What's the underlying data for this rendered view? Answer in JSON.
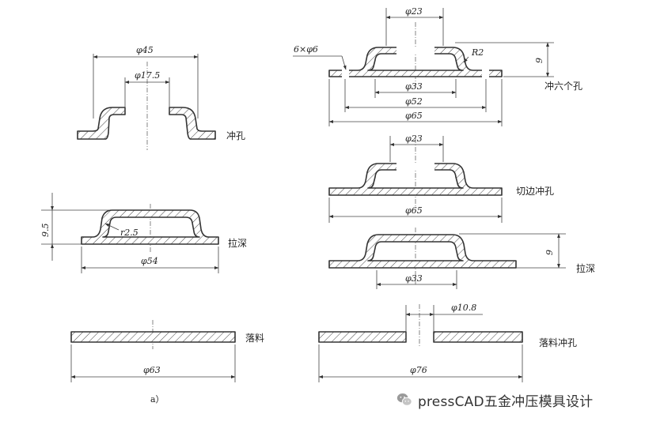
{
  "left_column": {
    "part1": {
      "outer_dim": "φ45",
      "hole_dim": "φ17.5",
      "label": "冲孔"
    },
    "part2": {
      "height_dim": "9.5",
      "radius_dim": "r2.5",
      "base_dim": "φ54",
      "label": "拉深"
    },
    "part3": {
      "blank_dim": "φ63",
      "label": "落料"
    },
    "caption": "a）"
  },
  "right_column": {
    "part1": {
      "top_dim": "φ23",
      "holes_dim": "6×φ6",
      "radius_dim": "R2",
      "height_dim": "9",
      "d33": "φ33",
      "d52": "φ52",
      "d65": "φ65",
      "label": "冲六个孔"
    },
    "part2": {
      "top_dim": "φ23",
      "d65": "φ65",
      "label": "切边冲孔"
    },
    "part3": {
      "height_dim": "9",
      "d33": "φ33",
      "label": "拉深"
    },
    "part4": {
      "hole_dim": "φ10.8",
      "blank_dim": "φ76",
      "label": "落料冲孔"
    }
  },
  "watermark": {
    "text": "pressCAD五金冲压模具设计",
    "icon": "wechat-logo-icon"
  }
}
